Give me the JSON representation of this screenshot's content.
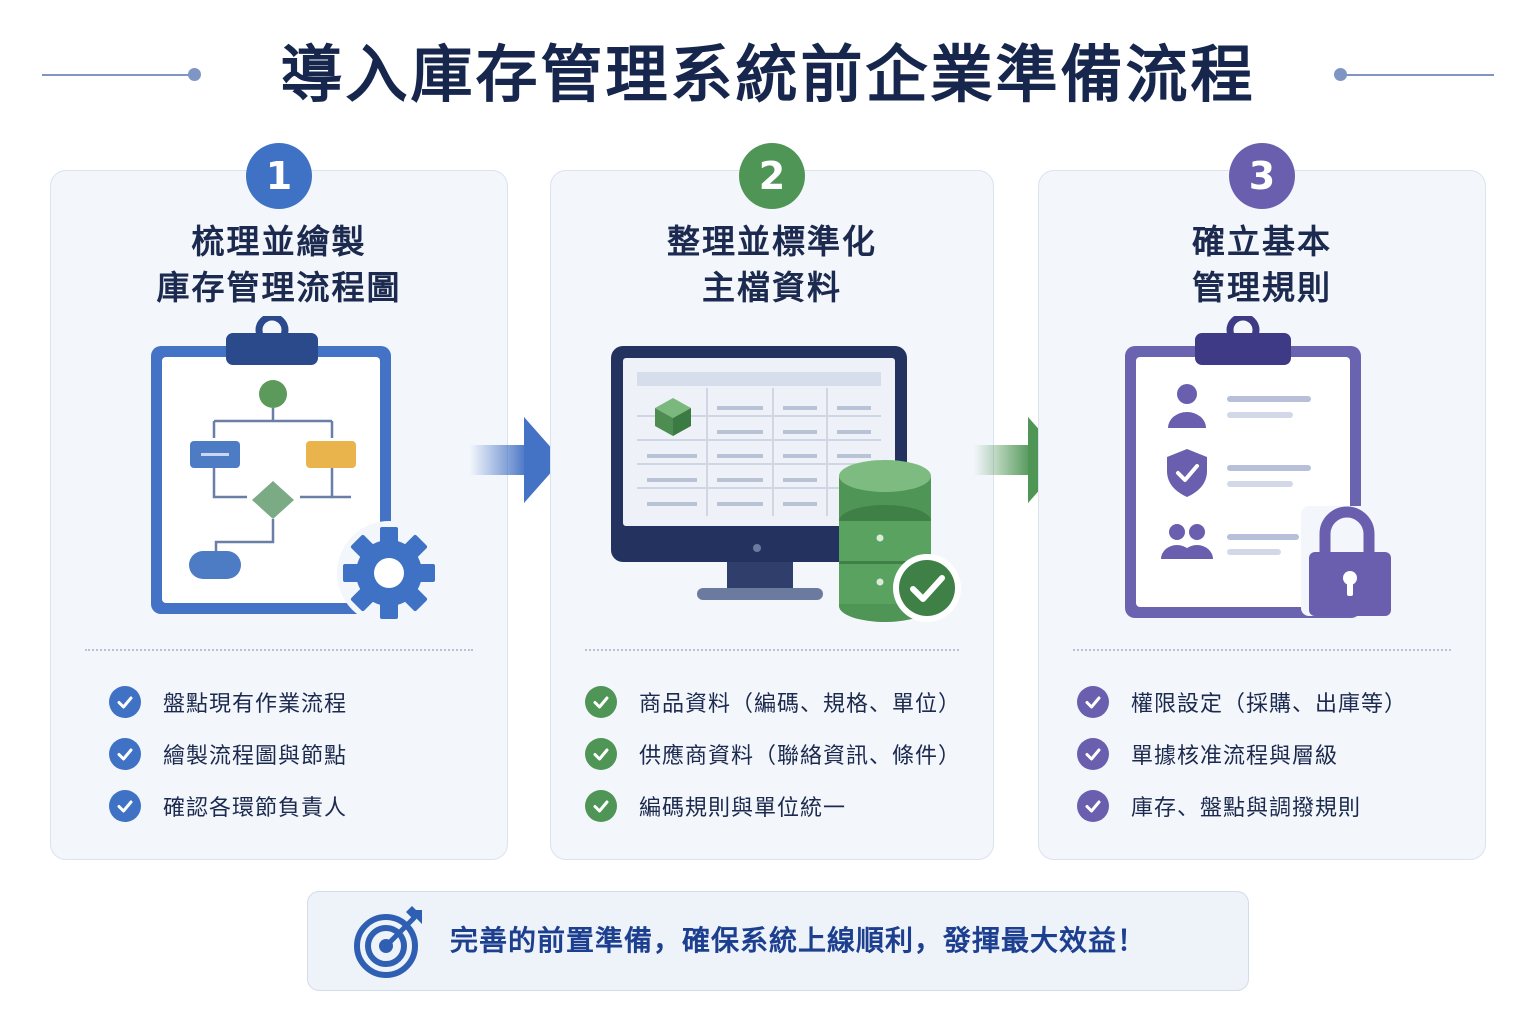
{
  "title": "導入庫存管理系統前企業準備流程",
  "colors": {
    "step1": "#3f72c4",
    "step2": "#4f9556",
    "step3": "#6a5fae",
    "title": "#17264d",
    "banner_text": "#1d3f8f"
  },
  "steps": [
    {
      "number": "1",
      "title_line1": "梳理並繪製",
      "title_line2": "庫存管理流程圖",
      "illustration": "clipboard-flowchart-gear",
      "items": [
        "盤點現有作業流程",
        "繪製流程圖與節點",
        "確認各環節負責人"
      ]
    },
    {
      "number": "2",
      "title_line1": "整理並標準化",
      "title_line2": "主檔資料",
      "illustration": "monitor-database-check",
      "items": [
        "商品資料（編碼、規格、單位）",
        "供應商資料（聯絡資訊、條件）",
        "編碼規則與單位統一"
      ]
    },
    {
      "number": "3",
      "title_line1": "確立基本",
      "title_line2": "管理規則",
      "illustration": "clipboard-rules-lock",
      "items": [
        "權限設定（採購、出庫等）",
        "單據核准流程與層級",
        "庫存、盤點與調撥規則"
      ]
    }
  ],
  "banner": {
    "icon": "target-icon",
    "text": "完善的前置準備，確保系統上線順利，發揮最大效益！"
  }
}
